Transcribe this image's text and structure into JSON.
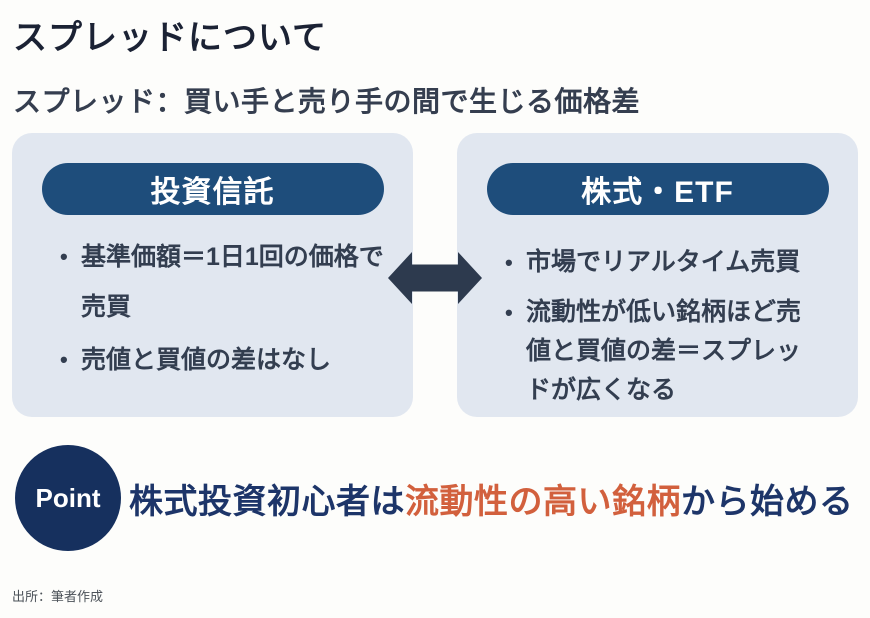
{
  "page": {
    "title": "スプレッドについて",
    "subtitle": "スプレッド：買い手と売り手の間で生じる価格差",
    "source": "出所：筆者作成"
  },
  "comparison": {
    "left": {
      "header": "投資信託",
      "bullets": [
        "基準価額＝1日1回の価格で売買",
        "売値と買値の差はなし"
      ]
    },
    "right": {
      "header": "株式・ETF",
      "bullets": [
        "市場でリアルタイム売買",
        "流動性が低い銘柄ほど売値と買値の差＝スプレッドが広くなる"
      ]
    },
    "arrow": "double-headed-arrow"
  },
  "point": {
    "badge_label": "Point",
    "text_prefix": "株式投資初心者は",
    "text_highlight": "流動性の高い銘柄",
    "text_suffix": "から始める"
  },
  "colors": {
    "background": "#fdfdfb",
    "title": "#1b2234",
    "subtitle": "#353e4f",
    "box_background": "#e1e7f0",
    "pill_navy": "#1e4d7b",
    "bullet_text": "#333e50",
    "arrow": "#2d3a4e",
    "point_circle": "#16305e",
    "point_text_navy": "#1d3569",
    "point_highlight_orange": "#d2603d",
    "source_text": "#4c5259"
  }
}
